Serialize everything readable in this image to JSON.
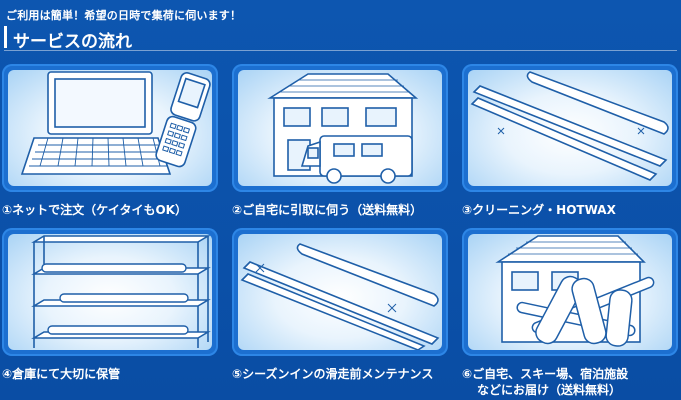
{
  "header": {
    "subtitle": "ご利用は簡単！希望の日時で集荷に伺います！",
    "title": "サービスの流れ"
  },
  "steps": [
    {
      "label": "①ネットで注文（ケイタイもOK）",
      "icon": "laptop-and-phone"
    },
    {
      "label": "②ご自宅に引取に伺う（送料無料）",
      "icon": "house-and-truck"
    },
    {
      "label": "③クリーニング・HOTWAX",
      "icon": "skis-and-snowboard"
    },
    {
      "label": "④倉庫にて大切に保管",
      "icon": "storage-rack"
    },
    {
      "label": "⑤シーズンインの滑走前メンテナンス",
      "icon": "skis-and-snowboard-sparkle"
    },
    {
      "label_line1": "⑥ご自宅、スキー場、宿泊施設",
      "label_line2": "などにお届け（送料無料）",
      "icon": "house-and-gear"
    }
  ],
  "colors": {
    "background": "#0a4fa6",
    "card_border": "#1c6fd0",
    "card_fill": "#e9f4fd"
  }
}
